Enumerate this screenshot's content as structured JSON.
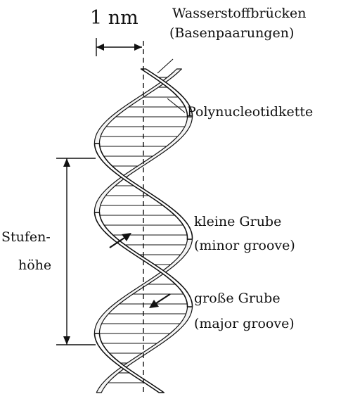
{
  "diagram": {
    "width_label": "1 nm",
    "hydrogen_bonds_line1": "Wasserstoffbrücken",
    "hydrogen_bonds_line2": "(Basenpaarungen)",
    "polynucleotide_label": "Polynucleotidkette",
    "step_height_line1": "Stufen-",
    "step_height_line2": "höhe",
    "minor_groove_line1": "kleine Grube",
    "minor_groove_line2": "(minor groove)",
    "major_groove_line1": "große Grube",
    "major_groove_line2": "(major groove)"
  },
  "colors": {
    "ink": "#111111",
    "background": "#ffffff"
  }
}
